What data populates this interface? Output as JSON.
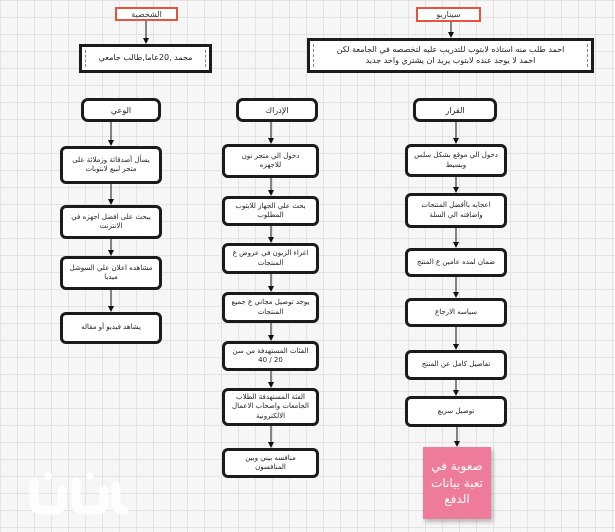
{
  "titles": {
    "scenario": "سيناريو",
    "persona": "الشخصية"
  },
  "persona_box": {
    "text": "محمد ,20عاما,طالب جامعي"
  },
  "scenario_box": {
    "line1": "احمد طلب منه استاذه لابتوب للتدريب عليه لتخصصه في الجامعة  لكن",
    "line2": "احمد لا يوجد عنده لابتوب يريد ان يشتري واحد جديد"
  },
  "columns": {
    "decision": {
      "header": "القرار",
      "steps": [
        "دخول الي موقع بشكل سلس وبسيط",
        "اعجابه باأفضل المنتجات واضافته الي السلة",
        "ضمان لمده عامين ع المنتج",
        "سياسه الارجاع",
        "تفاصيل كامل عن المنتج",
        "توصيل سريع"
      ],
      "sticky": "صعوبة في تعبة بيانات الدفع"
    },
    "perception": {
      "header": "الإدراك",
      "steps": [
        "دخول الي متجر نون للاجهزه",
        "بحث علي الجهاز للابتوب المطلوب",
        "اغراء الزبون في عروض ع المنتجات",
        "يوجد توصيل مجاني ع جميع المنتجات",
        "الفئات المستهدفة من سن 20 / 40",
        "الفئة المستهدفة الطلاب الجامعات واصحاب الاعمال الالكترونية",
        "منافسه بيني وبين المنافسون"
      ]
    },
    "awareness": {
      "header": "الوعي",
      "steps": [
        "يسأل أصدقائة وزملائة على متجر لبيع لابتوبات",
        "يبحث على افضل اجهزه في الانترنت",
        "مشاهده اعلان علي السوشل ميديا",
        "يشاهد فيديو أو مقاله"
      ]
    }
  },
  "watermark": "نون",
  "colors": {
    "title_border": "#e4553c",
    "sticky": "#ef7b9b",
    "node_border": "#1b1b1b"
  }
}
